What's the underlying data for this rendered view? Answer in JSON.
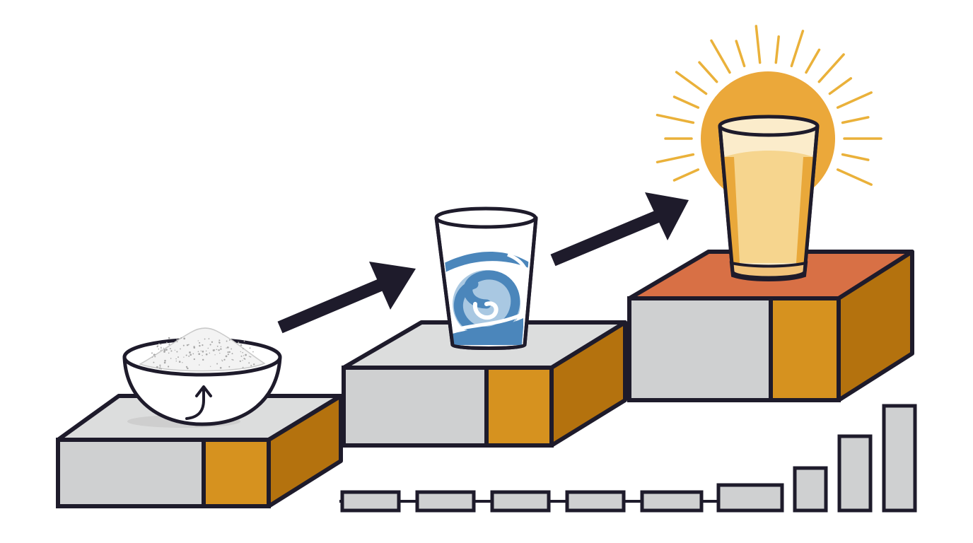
{
  "colors": {
    "outline": "#1e1b2b",
    "gray_front": "#cfd0d1",
    "gray_top": "#dcdddd",
    "orange_band": "#d6921f",
    "orange_side": "#b4720e",
    "rust_top": "#d87045",
    "sun": "#eba83a",
    "ray": "#eab13a",
    "juice_light": "#f6d58e",
    "juice_dark": "#e9a83a",
    "water_blue": "#4b86bb",
    "water_light": "#a9c8e2",
    "sugar": "#f3f3f3"
  },
  "steps": [
    {
      "name": "step-1",
      "object": "sugar-bowl"
    },
    {
      "name": "step-2",
      "object": "water-glass"
    },
    {
      "name": "step-3",
      "object": "juice-glass"
    }
  ],
  "icons": [
    "sugar-bowl-icon",
    "water-glass-icon",
    "juice-glass-icon",
    "sun-icon",
    "arrow-icon",
    "bar-icon"
  ],
  "progress_bars": {
    "horizontal_count": 6,
    "vertical_levels": [
      0.38,
      0.65,
      0.9
    ]
  }
}
